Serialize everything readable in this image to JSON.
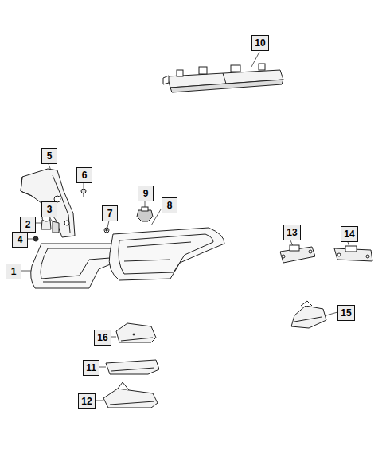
{
  "diagram": {
    "nodes": [
      {
        "text": [
          "10"
        ]
      },
      {
        "text": [
          "5"
        ]
      },
      {
        "text": [
          "6"
        ]
      },
      {
        "text": [
          "9"
        ]
      },
      {
        "text": [
          "7"
        ]
      },
      {
        "text": [
          "8"
        ]
      },
      {
        "text": [
          "3"
        ]
      },
      {
        "text": [
          "2"
        ]
      },
      {
        "text": [
          "13"
        ]
      },
      {
        "text": [
          "14"
        ]
      },
      {
        "text": [
          "4"
        ]
      },
      {
        "text": [
          "1"
        ]
      },
      {
        "text": [
          "15"
        ]
      },
      {
        "text": [
          "16"
        ]
      },
      {
        "text": [
          "11"
        ]
      },
      {
        "text": [
          "12"
        ]
      }
    ]
  }
}
